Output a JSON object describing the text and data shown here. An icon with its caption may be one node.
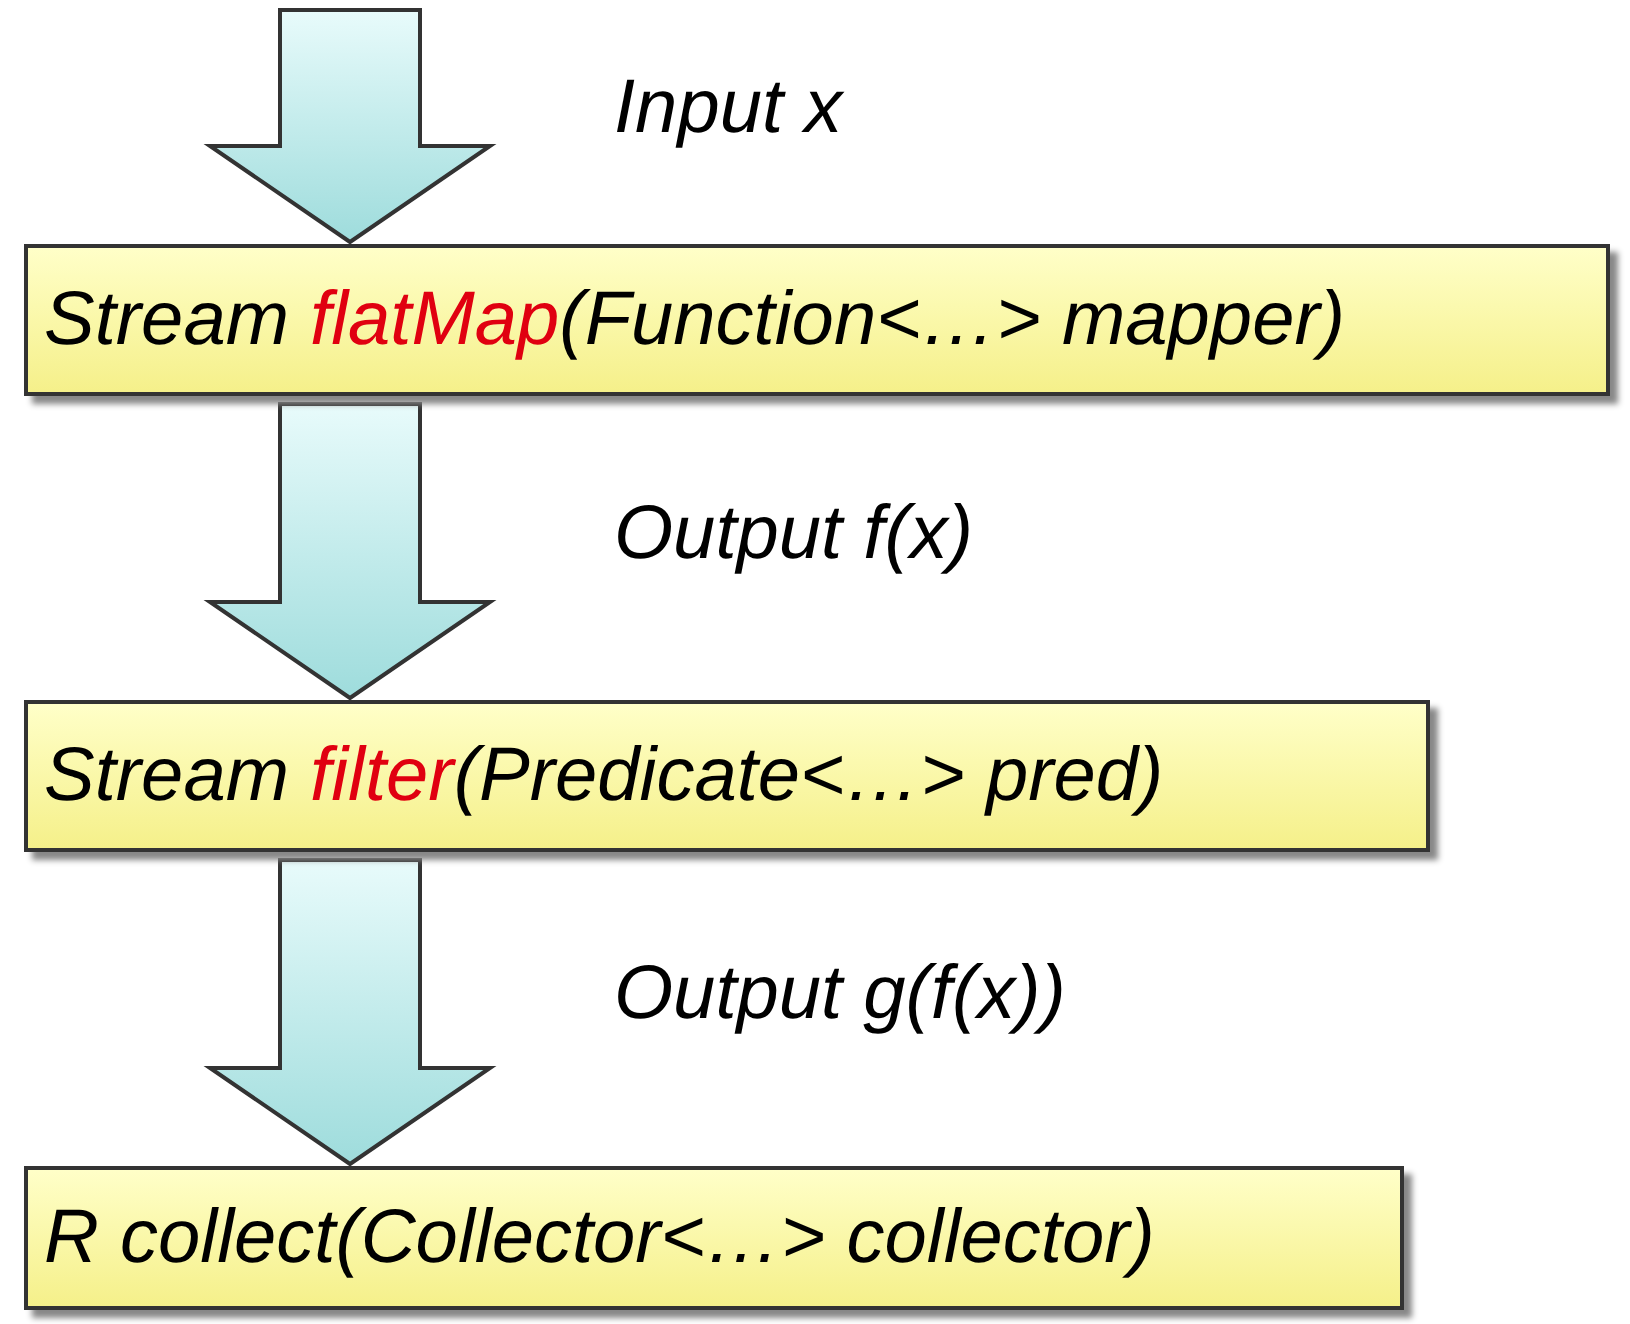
{
  "diagram": {
    "nodes": [
      {
        "text": [
          "Stream **flatMap**(Function<…> mapper)"
        ]
      },
      {
        "text": [
          "Stream **filter**(Predicate<…> pred)"
        ]
      },
      {
        "text": [
          "R collect(Collector<…> collector)"
        ]
      }
    ],
    "edges": [
      {
        "from": null,
        "to": 0,
        "arrow": "to",
        "label": "Input x"
      },
      {
        "from": 0,
        "to": 1,
        "arrow": "to",
        "label": "Output f(x)"
      },
      {
        "from": 1,
        "to": 2,
        "arrow": "to",
        "label": "Output g(f(x))"
      }
    ]
  }
}
